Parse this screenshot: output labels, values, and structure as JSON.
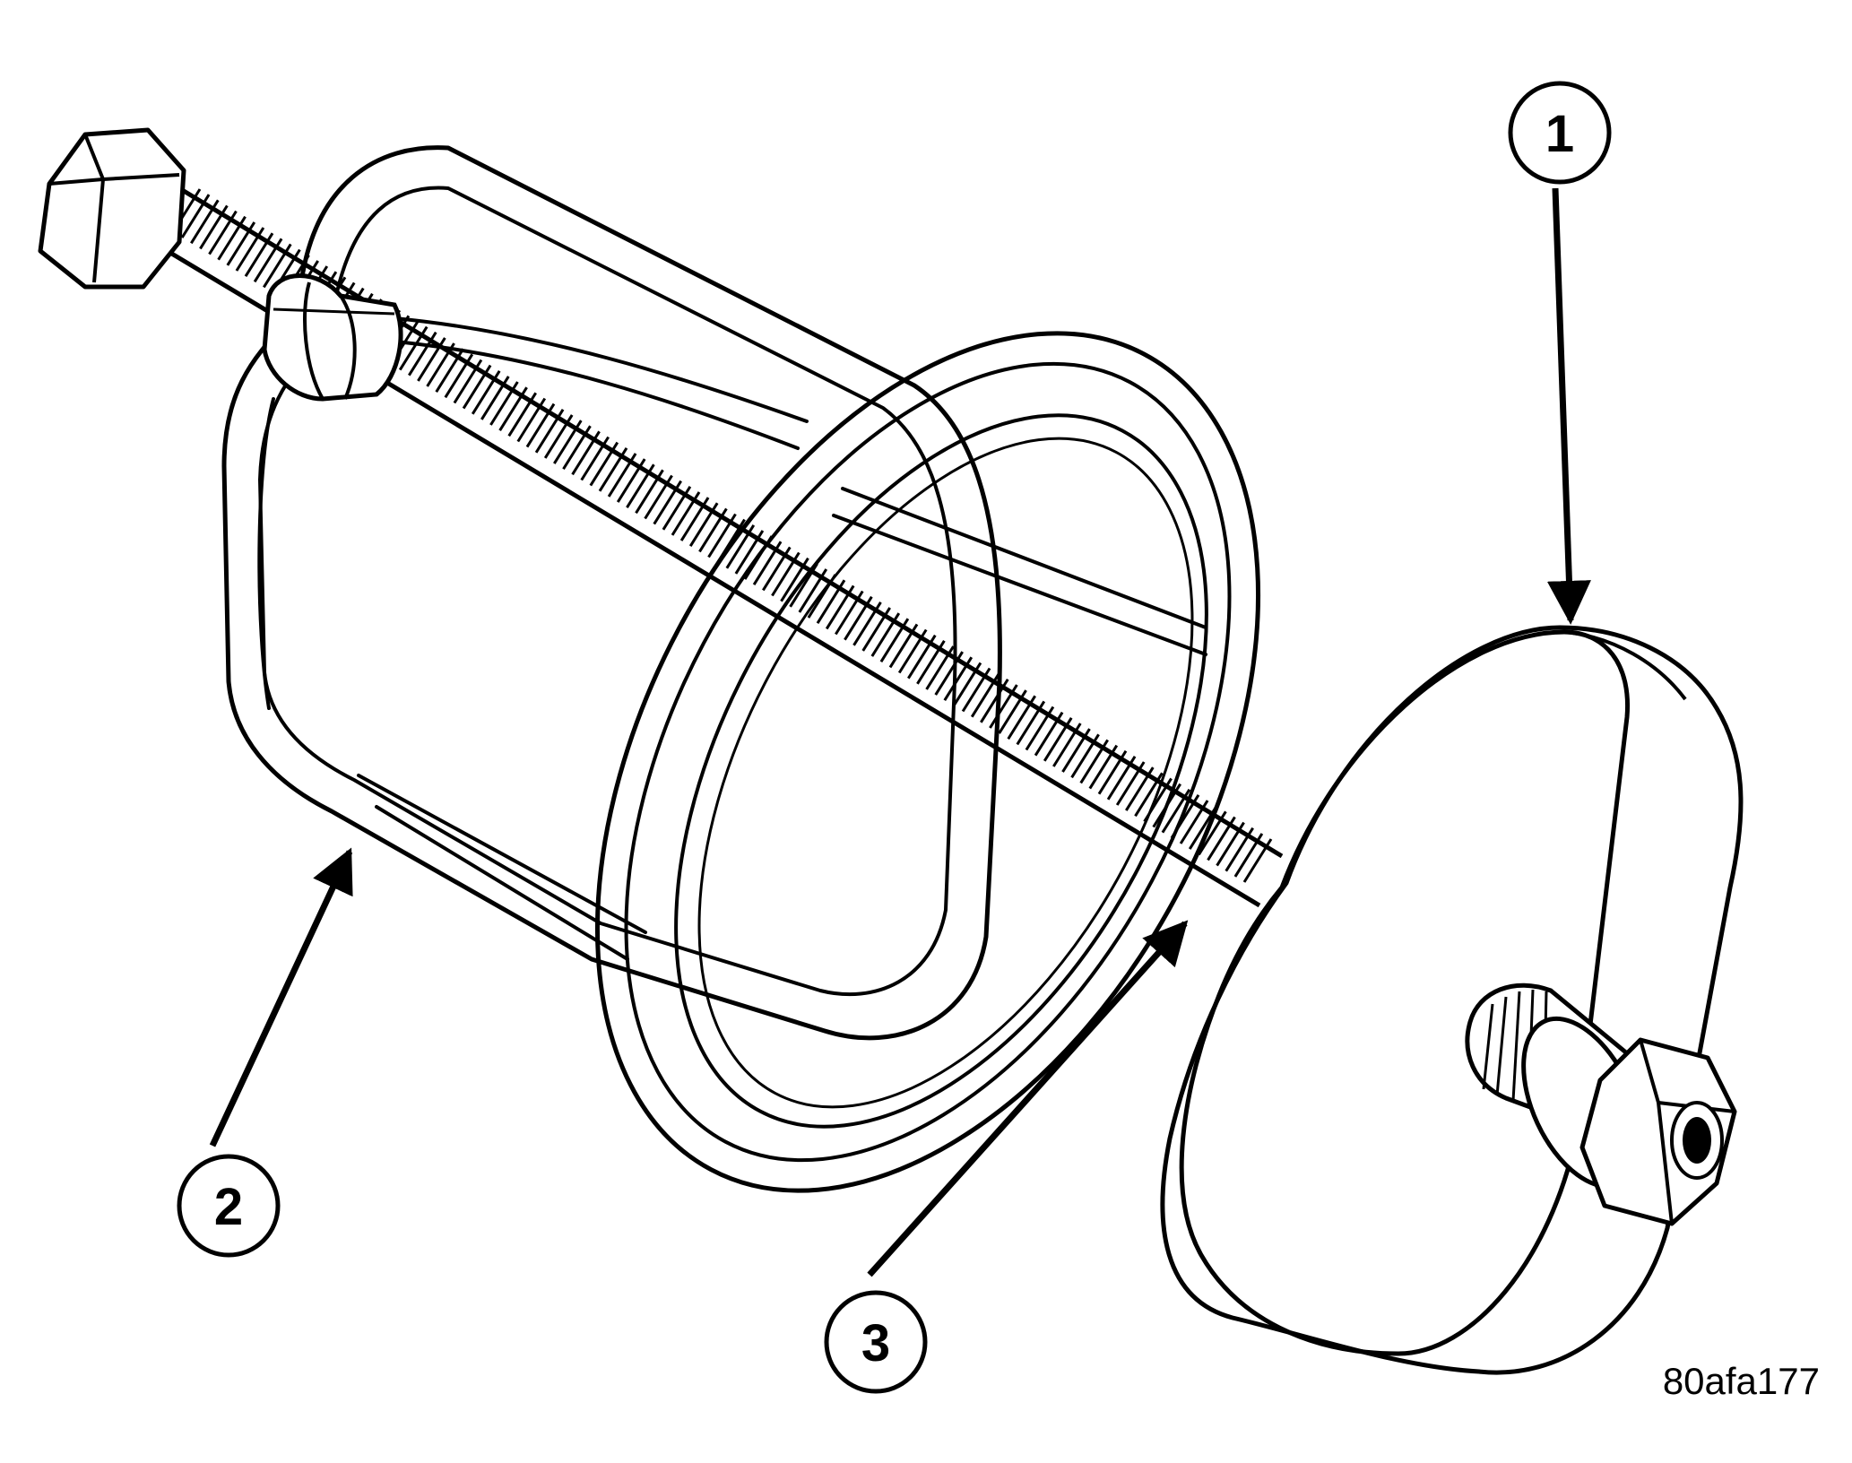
{
  "callouts": [
    {
      "id": "1",
      "label": "1"
    },
    {
      "id": "2",
      "label": "2"
    },
    {
      "id": "3",
      "label": "3"
    }
  ],
  "figure_code": "80afa177",
  "colors": {
    "ink": "#000000",
    "paper": "#ffffff"
  }
}
